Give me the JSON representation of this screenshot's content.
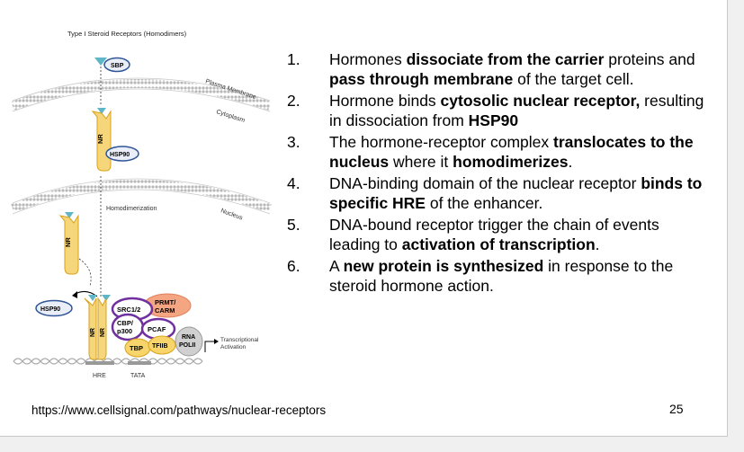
{
  "diagram": {
    "title": "Type I Steroid Receptors (Homodimers)",
    "labels": {
      "sbp": "SBP",
      "plasma_membrane": "Plasma Membrane",
      "cytoplasm": "Cytoplasm",
      "nr": "NR",
      "hsp90": "HSP90",
      "homodimerization": "Homodimerization",
      "nucleus": "Nucleus",
      "src": "SRC1/2",
      "prmt": "PRMT/",
      "carm": "CARM",
      "cbp": "CBP/",
      "p300": "p300",
      "pcaf": "PCAF",
      "tbp": "TBP",
      "tfiib": "TFIIB",
      "rna": "RNA",
      "polii": "POLII",
      "transcriptional": "Transcriptional",
      "activation": "Activation",
      "hre": "HRE",
      "tata": "TATA"
    },
    "colors": {
      "receptor": "#f5d67a",
      "receptor_stroke": "#d9a21b",
      "hormone": "#5fb6c7",
      "hsp90_fill": "#e9eef8",
      "hsp90_stroke": "#2f5597",
      "src_stroke": "#7030a0",
      "prmt_fill": "#f4a582",
      "tbp_fill": "#f8d56a",
      "polii_fill": "#d0d0d0"
    }
  },
  "steps": [
    {
      "number": "1.",
      "parts": [
        {
          "t": "Hormones ",
          "b": false
        },
        {
          "t": "dissociate from the carrier",
          "b": true
        },
        {
          "t": " proteins and ",
          "b": false
        },
        {
          "t": "pass through membrane",
          "b": true
        },
        {
          "t": " of the target cell.",
          "b": false
        }
      ]
    },
    {
      "number": "2.",
      "parts": [
        {
          "t": "Hormone binds ",
          "b": false
        },
        {
          "t": "cytosolic nuclear receptor,",
          "b": true
        },
        {
          "t": " resulting in dissociation from ",
          "b": false
        },
        {
          "t": "HSP90",
          "b": true
        }
      ]
    },
    {
      "number": "3.",
      "parts": [
        {
          "t": "The hormone-receptor complex ",
          "b": false
        },
        {
          "t": "translocates to the nucleus",
          "b": true
        },
        {
          "t": " where it ",
          "b": false
        },
        {
          "t": "homodimerizes",
          "b": true
        },
        {
          "t": ".",
          "b": false
        }
      ]
    },
    {
      "number": "4.",
      "parts": [
        {
          "t": "DNA-binding domain of the nuclear receptor ",
          "b": false
        },
        {
          "t": "binds to specific HRE",
          "b": true
        },
        {
          "t": " of the enhancer.",
          "b": false
        }
      ]
    },
    {
      "number": "5.",
      "parts": [
        {
          "t": "DNA-bound receptor trigger the chain of events leading to ",
          "b": false
        },
        {
          "t": "activation of transcription",
          "b": true
        },
        {
          "t": ".",
          "b": false
        }
      ]
    },
    {
      "number": "6.",
      "parts": [
        {
          "t": "A ",
          "b": false
        },
        {
          "t": "new protein is synthesized",
          "b": true
        },
        {
          "t": " in response to the steroid hormone action.",
          "b": false
        }
      ]
    }
  ],
  "footer": {
    "url": "https://www.cellsignal.com/pathways/nuclear-receptors",
    "page_number": "25"
  }
}
